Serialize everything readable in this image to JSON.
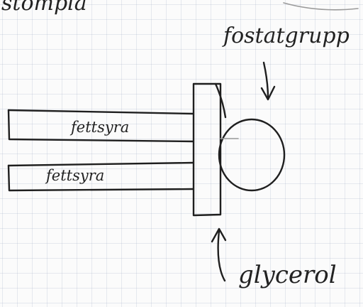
{
  "header_fragment": "stompla",
  "labels": {
    "phosphate_group": "fostatgrupp",
    "fatty_acid_top": "fettsyra",
    "fatty_acid_bottom": "fettsyra",
    "glycerol": "glycerol"
  },
  "ink_color": "#1f1f1f",
  "paper_grid_color": "#b8c2d4"
}
